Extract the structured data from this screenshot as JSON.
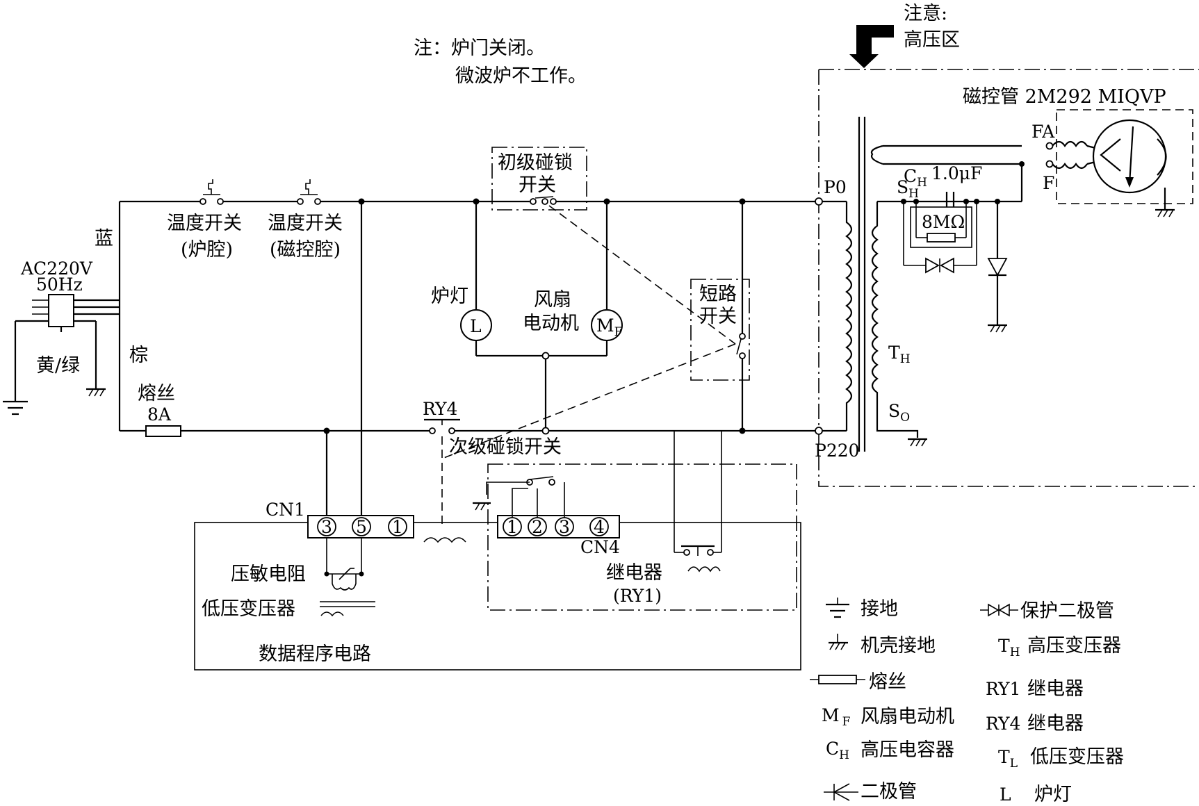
{
  "notes": {
    "warning_title": "注意:",
    "warning_area": "高压区",
    "note_line1": "注：炉门关闭。",
    "note_line2": "微波炉不工作。"
  },
  "power": {
    "source": "AC220V",
    "freq": "50Hz",
    "blue": "蓝",
    "brown": "棕",
    "yellow_green": "黄/绿",
    "fuse_label": "熔丝",
    "fuse_rating": "8A"
  },
  "switches": {
    "temp1_name": "温度开关",
    "temp1_loc": "(炉腔)",
    "temp2_name": "温度开关",
    "temp2_loc": "(磁控腔)",
    "primary_line1": "初级碰锁",
    "primary_line2": "开关",
    "short_line1": "短路",
    "short_line2": "开关",
    "secondary": "次级碰锁开关",
    "ry4": "RY4"
  },
  "loads": {
    "lamp": "炉灯",
    "lamp_symbol": "L",
    "fan_line1": "风扇",
    "fan_line2": "电动机",
    "fan_symbol_main": "M",
    "fan_symbol_sub": "F"
  },
  "hv": {
    "magnetron": "磁控管 2M292   MIQVP",
    "fa": "FA",
    "f": "F",
    "p0": "P0",
    "p220": "P220",
    "sh_main": "S",
    "sh_sub": "H",
    "so_main": "S",
    "so_sub": "O",
    "th_main": "T",
    "th_sub": "H",
    "cap_main": "C",
    "cap_sub": "H",
    "cap_value": "1.0μF",
    "resistor": "8MΩ"
  },
  "control": {
    "cn1": "CN1",
    "cn1_pins": [
      "3",
      "5",
      "1"
    ],
    "cn4": "CN4",
    "cn4_pins": [
      "1",
      "2",
      "3",
      "4"
    ],
    "varistor": "压敏电阻",
    "lv_transformer": "低压变压器",
    "relay": "继电器",
    "relay_id": "(RY1)",
    "program_circuit": "数据程序电路"
  },
  "legend": {
    "ground": "接地",
    "chassis_ground": "机壳接地",
    "fuse": "熔丝",
    "fan_motor_symbol": "M",
    "fan_motor_sub": "F",
    "fan_motor": "风扇电动机",
    "hv_cap_symbol": "C",
    "hv_cap_sub": "H",
    "hv_cap": "高压电容器",
    "diode": "二极管",
    "protect_diode": "保护二极管",
    "hv_transformer_symbol": "T",
    "hv_transformer_sub": "H",
    "hv_transformer": "高压变压器",
    "ry1_symbol": "RY1",
    "ry1": "继电器",
    "ry4_symbol": "RY4",
    "ry4": "继电器",
    "lv_transformer_symbol": "T",
    "lv_transformer_sub": "L",
    "lv_transformer": "低压变压器",
    "lamp_symbol": "L",
    "lamp": "炉灯"
  }
}
